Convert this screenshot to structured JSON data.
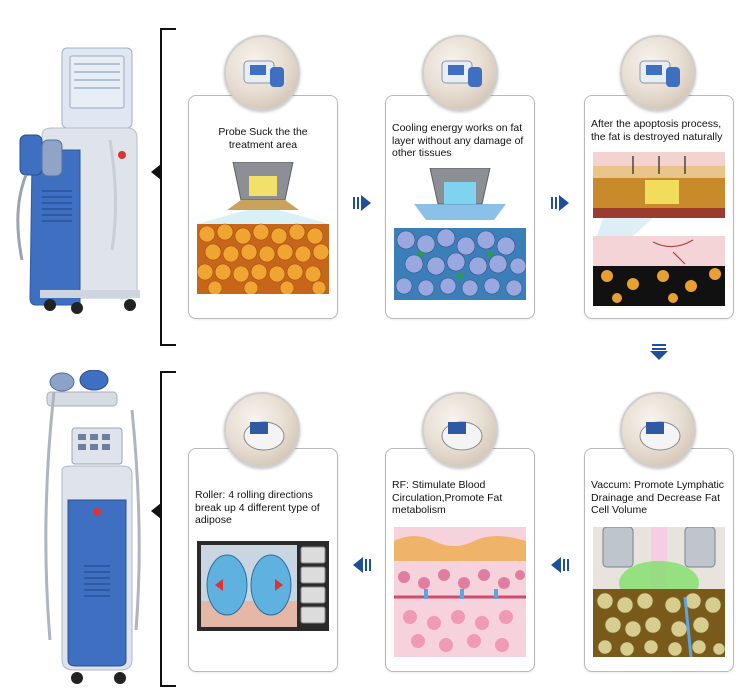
{
  "steps_top": [
    {
      "caption": "Probe Suck the the treatment area"
    },
    {
      "caption": "Cooling energy works on fat layer without any damage of other tissues"
    },
    {
      "caption": "After the apoptosis process, the fat is destroyed naturally"
    }
  ],
  "steps_bottom": [
    {
      "caption": "Vaccum: Promote Lymphatic Drainage and Decrease Fat Cell Volume"
    },
    {
      "caption": "RF: Stimulate Blood Circulation,Promote Fat metabolism"
    },
    {
      "caption": "Roller: 4 rolling directions break up 4 different type of adipose"
    }
  ],
  "colors": {
    "machine_blue": "#3f6fc0",
    "arrow_blue": "#1f4e9a",
    "fat_orange": "#e8a12a",
    "cool_blue": "#5aa6e0"
  }
}
